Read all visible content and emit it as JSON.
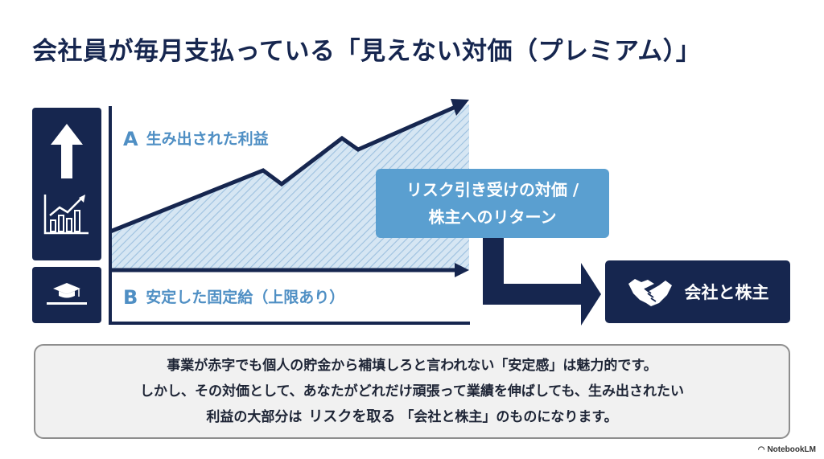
{
  "title": "会社員が毎月支払っている「見えない対価（プレミアム）」",
  "row_a": {
    "letter": "A",
    "label": "生み出された利益"
  },
  "row_b": {
    "letter": "B",
    "label": "安定した固定給（上限あり）"
  },
  "callout": {
    "line1": "リスク引き受けの対価 /",
    "line2": "株主へのリターン"
  },
  "target": {
    "label": "会社と株主",
    "icon": "handshake-icon"
  },
  "note": {
    "line1": "事業が赤字でも個人の貯金から補填しろと言われない「安定感」は魅力的です。",
    "line2": "しかし、その対価として、あなたがどれだけ頑張って業績を伸ばしても、生み出されたい",
    "line3_pre": "利益の大部分は",
    "line3_em": "リスクを取る",
    "line3_post": "「会社と株主」のものになります。"
  },
  "brand": "NotebookLM",
  "icons": [
    "up-arrow-icon",
    "growth-chart-icon",
    "graduation-cap-icon"
  ],
  "colors": {
    "navy": "#16264f",
    "accent_blue": "#5a9fd0",
    "label_blue": "#4f8fc4",
    "panel_bg": "#f1f1f1"
  }
}
